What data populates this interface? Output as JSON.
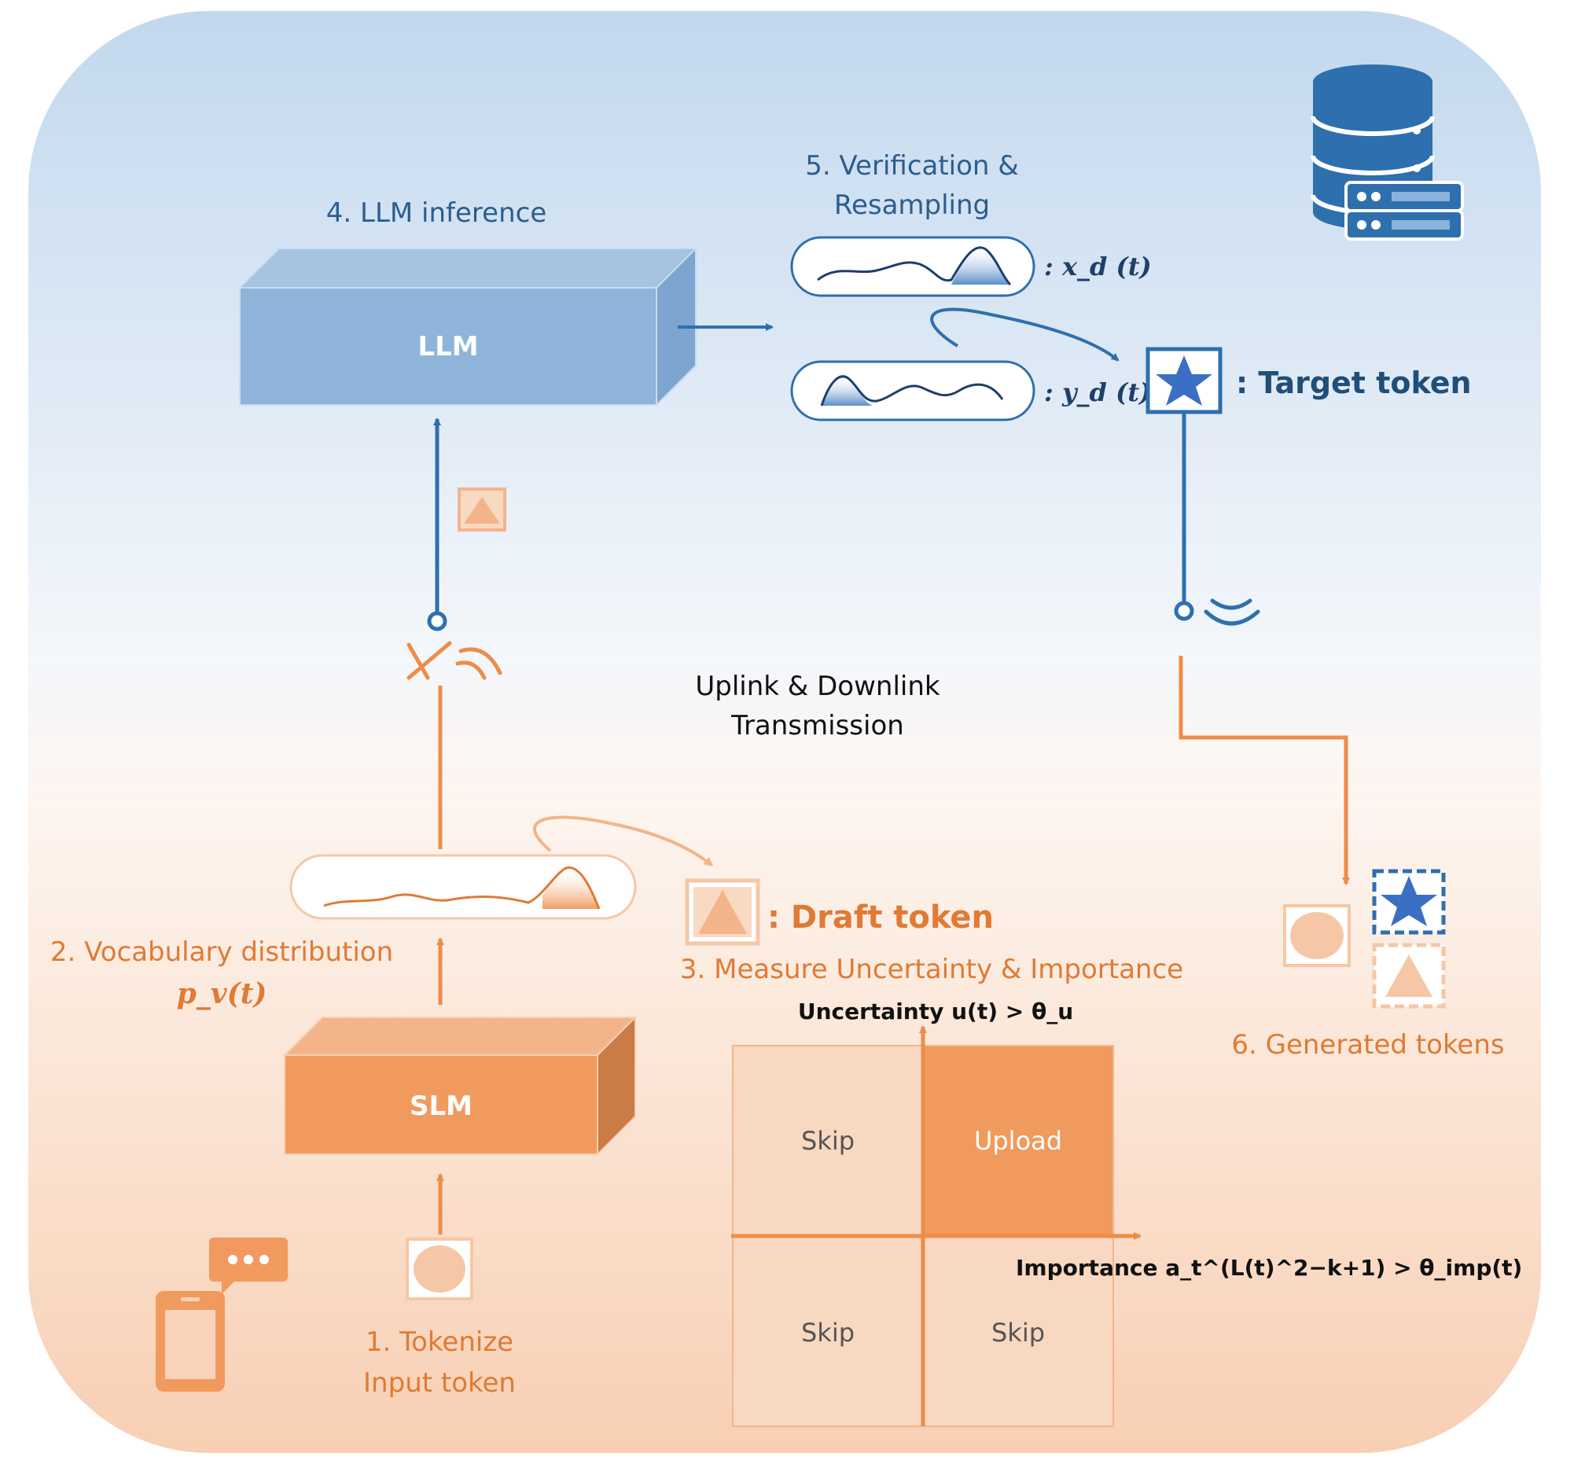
{
  "colors": {
    "blue": "#2e6fae",
    "blue_dark": "#1f4e79",
    "orange": "#e07a34",
    "orange_light": "#f3b48a",
    "bg_top": "#c3d9ee",
    "bg_bottom": "#f8d3ba"
  },
  "steps": {
    "llm_inference": "4. LLM inference",
    "verification_line1": "5. Verification &",
    "verification_line2": "Resampling",
    "vocab_distribution": "2. Vocabulary distribution",
    "measure": "3. Measure Uncertainty & Importance",
    "tokenize_line1": "1. Tokenize",
    "tokenize_line2": "Input token",
    "generated": "6. Generated tokens"
  },
  "boxes": {
    "llm": "LLM",
    "slm": "SLM"
  },
  "formulas": {
    "x_d": ": x_d (t)",
    "y_d": ": y_d (t)",
    "p_v": "p_v(t)",
    "uncertainty": "Uncertainty u(t) > θ_u",
    "importance": "Importance a_t^(L(t)^2−k+1) > θ_imp(t)"
  },
  "legend": {
    "target_token": ": Target token",
    "draft_token": ": Draft token"
  },
  "transmission": {
    "line1": "Uplink & Downlink",
    "line2": "Transmission"
  },
  "quadrants": {
    "top_left": "Skip",
    "top_right": "Upload",
    "bottom_left": "Skip",
    "bottom_right": "Skip"
  },
  "icons": [
    "database-server-icon",
    "phone-chat-icon",
    "wireless-signal-icon",
    "star-token-icon",
    "triangle-token-icon",
    "circle-token-icon"
  ]
}
